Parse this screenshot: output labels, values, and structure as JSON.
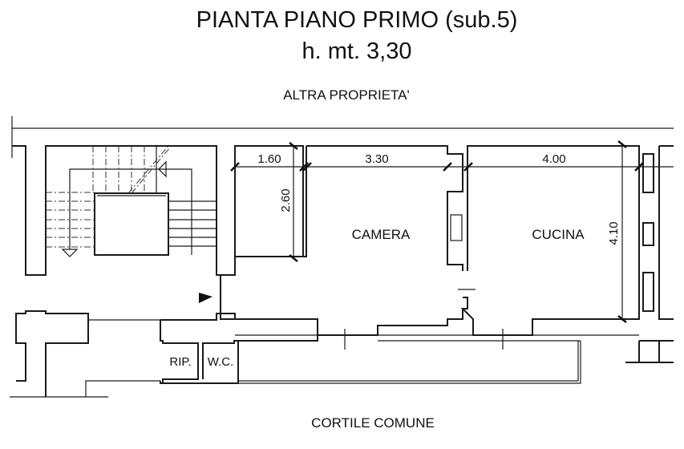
{
  "header": {
    "title": "PIANTA PIANO PRIMO (sub.5)",
    "height": "h. mt. 3,30"
  },
  "labels": {
    "top": "ALTRA PROPRIETA'",
    "bottom": "CORTILE COMUNE"
  },
  "rooms": {
    "camera": "CAMERA",
    "cucina": "CUCINA",
    "rip": "RIP.",
    "wc": "W.C."
  },
  "dimensions": {
    "small_width": "1.60",
    "small_height": "2.60",
    "camera_width": "3.30",
    "cucina_width": "4.00",
    "cucina_depth": "4.10"
  }
}
